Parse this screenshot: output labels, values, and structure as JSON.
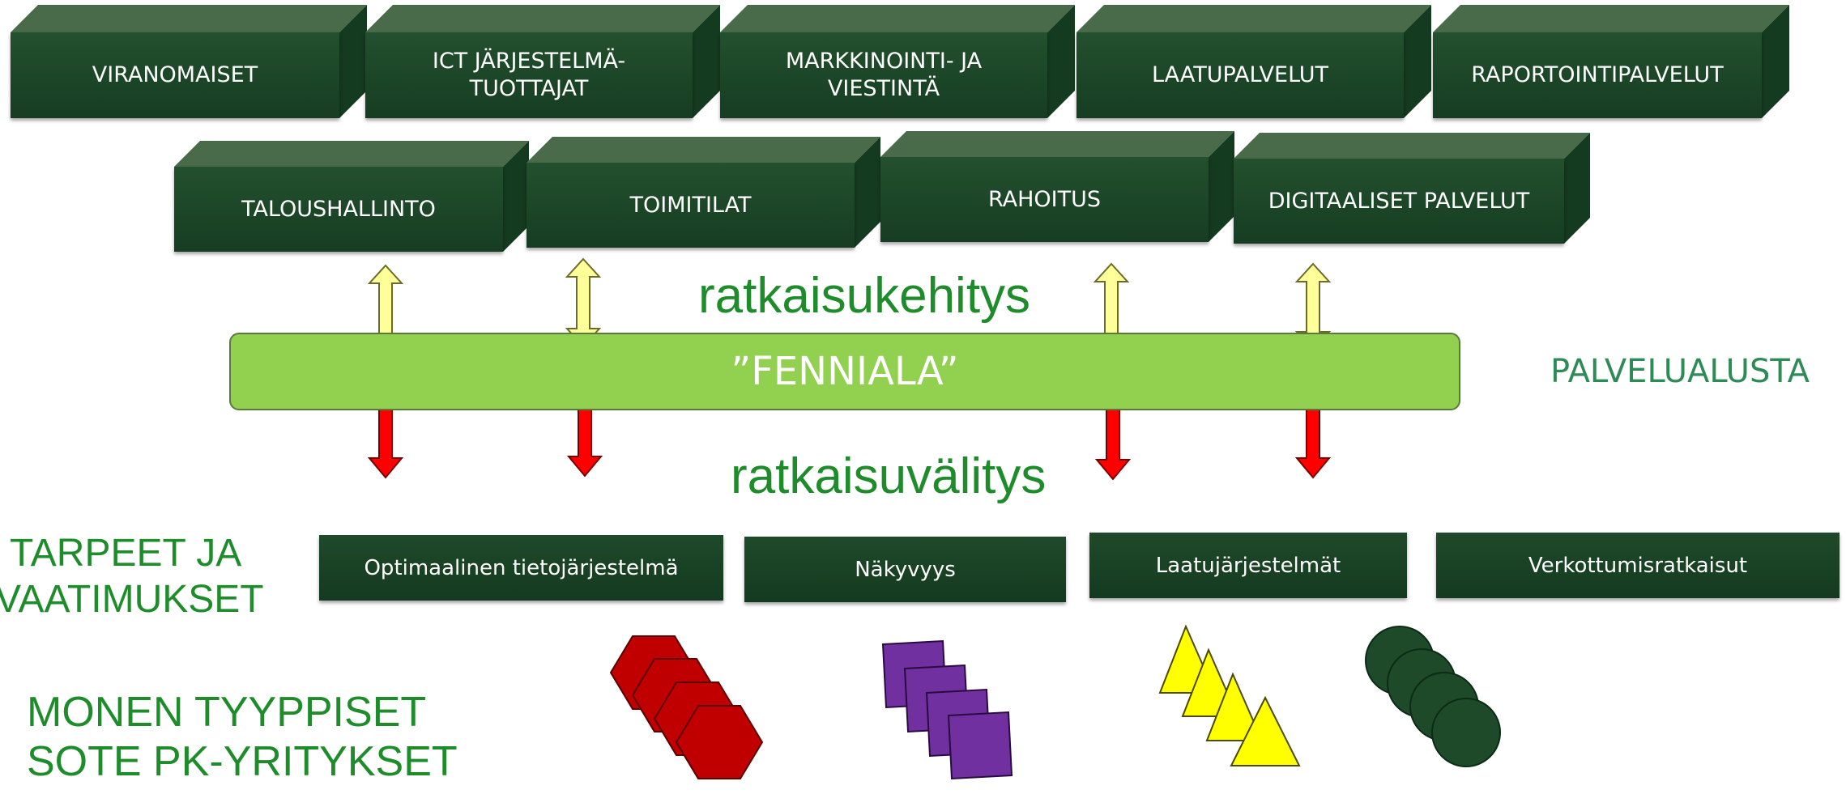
{
  "top_row": [
    {
      "label": "VIRANOMAISET"
    },
    {
      "label": "ICT JÄRJESTELMÄ-\nTUOTTAJAT"
    },
    {
      "label": "MARKKINOINTI- JA\nVIESTINTÄ"
    },
    {
      "label": "LAATUPALVELUT"
    },
    {
      "label": "RAPORTOINTIPALVELUT"
    }
  ],
  "second_row": [
    {
      "label": "TALOUSHALLINTO"
    },
    {
      "label": "TOIMITILAT"
    },
    {
      "label": "RAHOITUS"
    },
    {
      "label": "DIGITAALISET PALVELUT"
    }
  ],
  "platform": {
    "label": "”FENNIALA”",
    "side_label": "PALVELUALUSTA"
  },
  "flows": {
    "upper": "ratkaisukehitys",
    "lower": "ratkaisuvälitys"
  },
  "needs": {
    "label_line1": "TARPEET JA",
    "label_line2": "VAATIMUKSET",
    "items": [
      {
        "label": "Optimaalinen tietojärjestelmä"
      },
      {
        "label": "Näkyvyys"
      },
      {
        "label": "Laatujärjestelmät"
      },
      {
        "label": "Verkottumisratkaisut"
      }
    ]
  },
  "companies": {
    "line1": "MONEN TYYPPISET",
    "line2": "SOTE PK-YRITYKSET"
  },
  "colors": {
    "box": "#1a4428",
    "platform": "#92d050",
    "arrow_up": "#ffff99",
    "arrow_down": "#ff0000",
    "text_green": "#1e8c2a"
  }
}
